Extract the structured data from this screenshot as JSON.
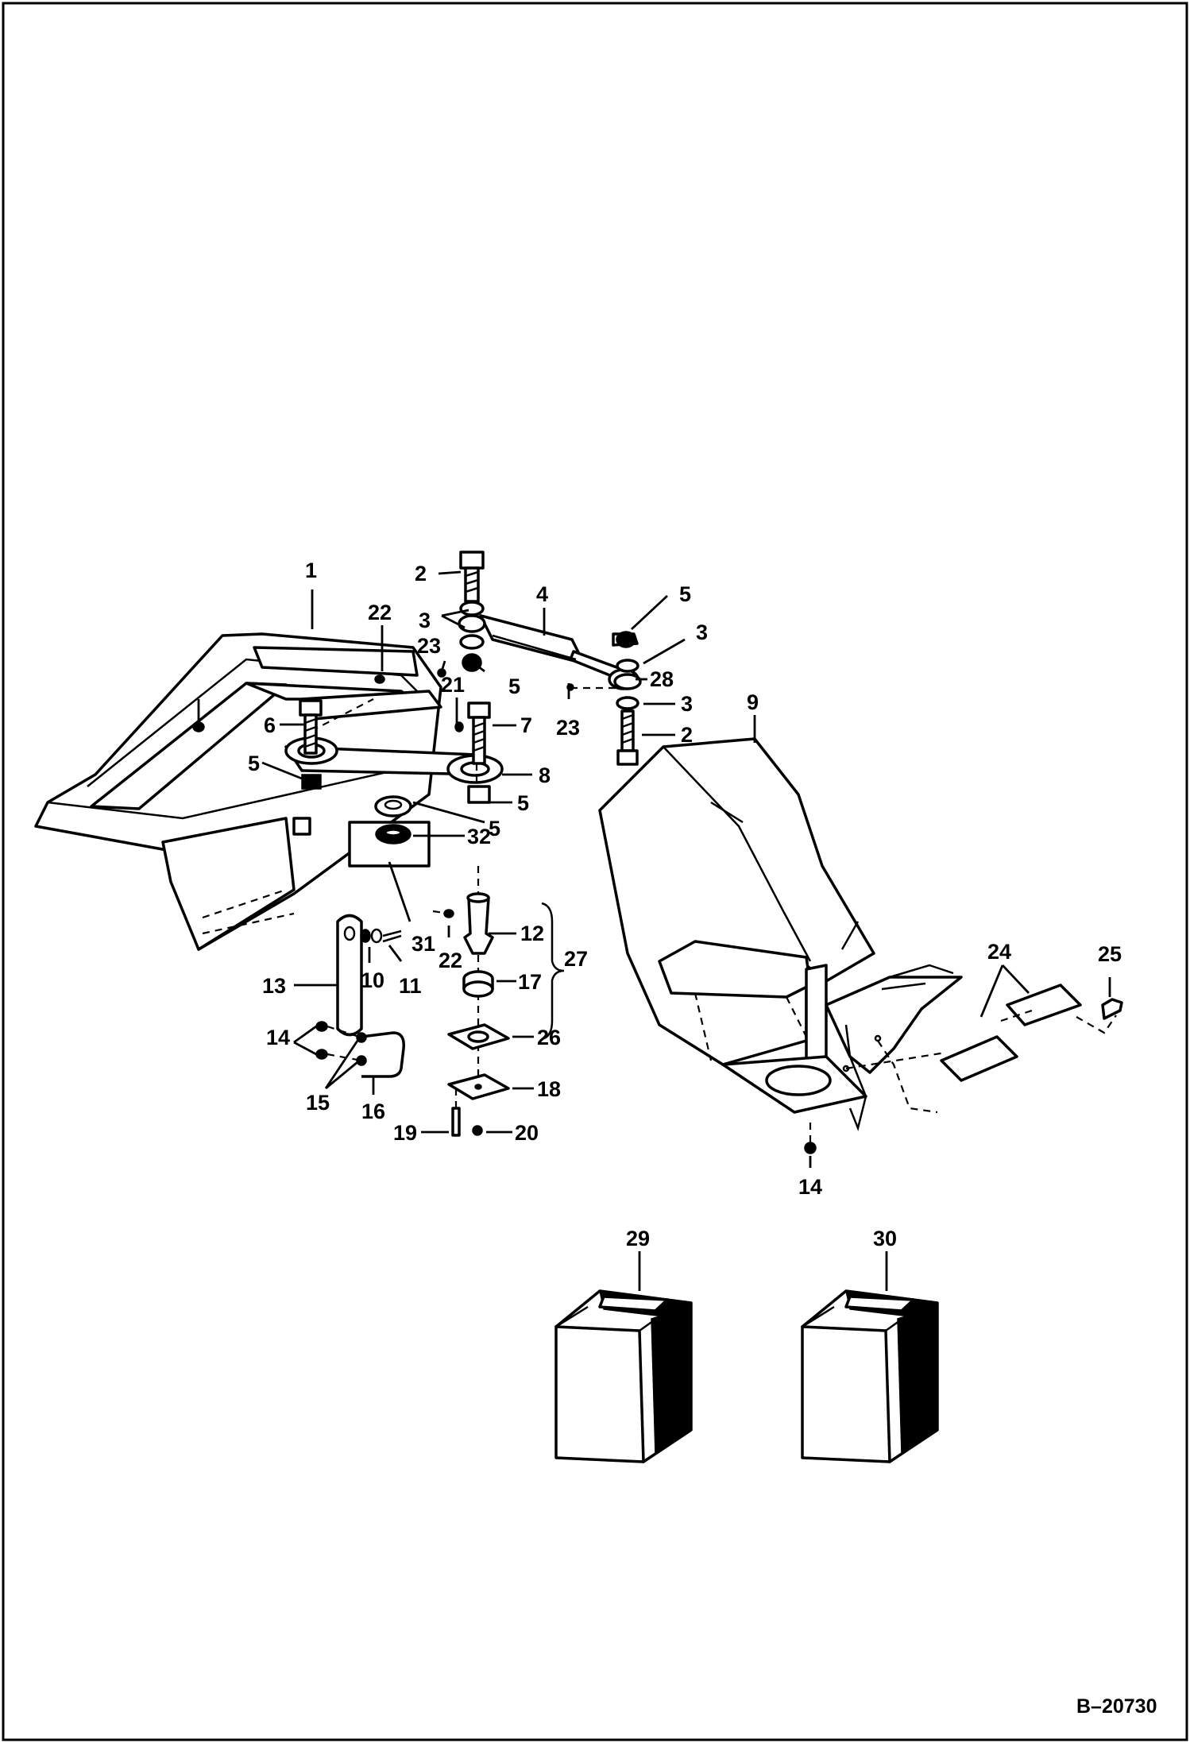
{
  "figure": {
    "reference": "B–20730",
    "callouts": [
      {
        "id": "c1",
        "text": "1"
      },
      {
        "id": "c2a",
        "text": "2"
      },
      {
        "id": "c22a",
        "text": "22"
      },
      {
        "id": "c3a",
        "text": "3"
      },
      {
        "id": "c4",
        "text": "4"
      },
      {
        "id": "c5a",
        "text": "5"
      },
      {
        "id": "c3b",
        "text": "3"
      },
      {
        "id": "c23a",
        "text": "23"
      },
      {
        "id": "c5b",
        "text": "5"
      },
      {
        "id": "c28",
        "text": "28"
      },
      {
        "id": "c21",
        "text": "21"
      },
      {
        "id": "c3c",
        "text": "3"
      },
      {
        "id": "c6",
        "text": "6"
      },
      {
        "id": "c7",
        "text": "7"
      },
      {
        "id": "c23b",
        "text": "23"
      },
      {
        "id": "c2b",
        "text": "2"
      },
      {
        "id": "c9",
        "text": "9"
      },
      {
        "id": "c5c",
        "text": "5"
      },
      {
        "id": "c8",
        "text": "8"
      },
      {
        "id": "c5d",
        "text": "5"
      },
      {
        "id": "c5e",
        "text": "5"
      },
      {
        "id": "c32",
        "text": "32"
      },
      {
        "id": "c12",
        "text": "12"
      },
      {
        "id": "c31",
        "text": "31"
      },
      {
        "id": "c22b",
        "text": "22"
      },
      {
        "id": "c27",
        "text": "27"
      },
      {
        "id": "c24",
        "text": "24"
      },
      {
        "id": "c25",
        "text": "25"
      },
      {
        "id": "c13",
        "text": "13"
      },
      {
        "id": "c10",
        "text": "10"
      },
      {
        "id": "c11",
        "text": "11"
      },
      {
        "id": "c17",
        "text": "17"
      },
      {
        "id": "c26",
        "text": "26"
      },
      {
        "id": "c14a",
        "text": "14"
      },
      {
        "id": "c15",
        "text": "15"
      },
      {
        "id": "c16",
        "text": "16"
      },
      {
        "id": "c18",
        "text": "18"
      },
      {
        "id": "c19",
        "text": "19"
      },
      {
        "id": "c20",
        "text": "20"
      },
      {
        "id": "c14b",
        "text": "14"
      },
      {
        "id": "c29",
        "text": "29"
      },
      {
        "id": "c30",
        "text": "30"
      }
    ]
  }
}
